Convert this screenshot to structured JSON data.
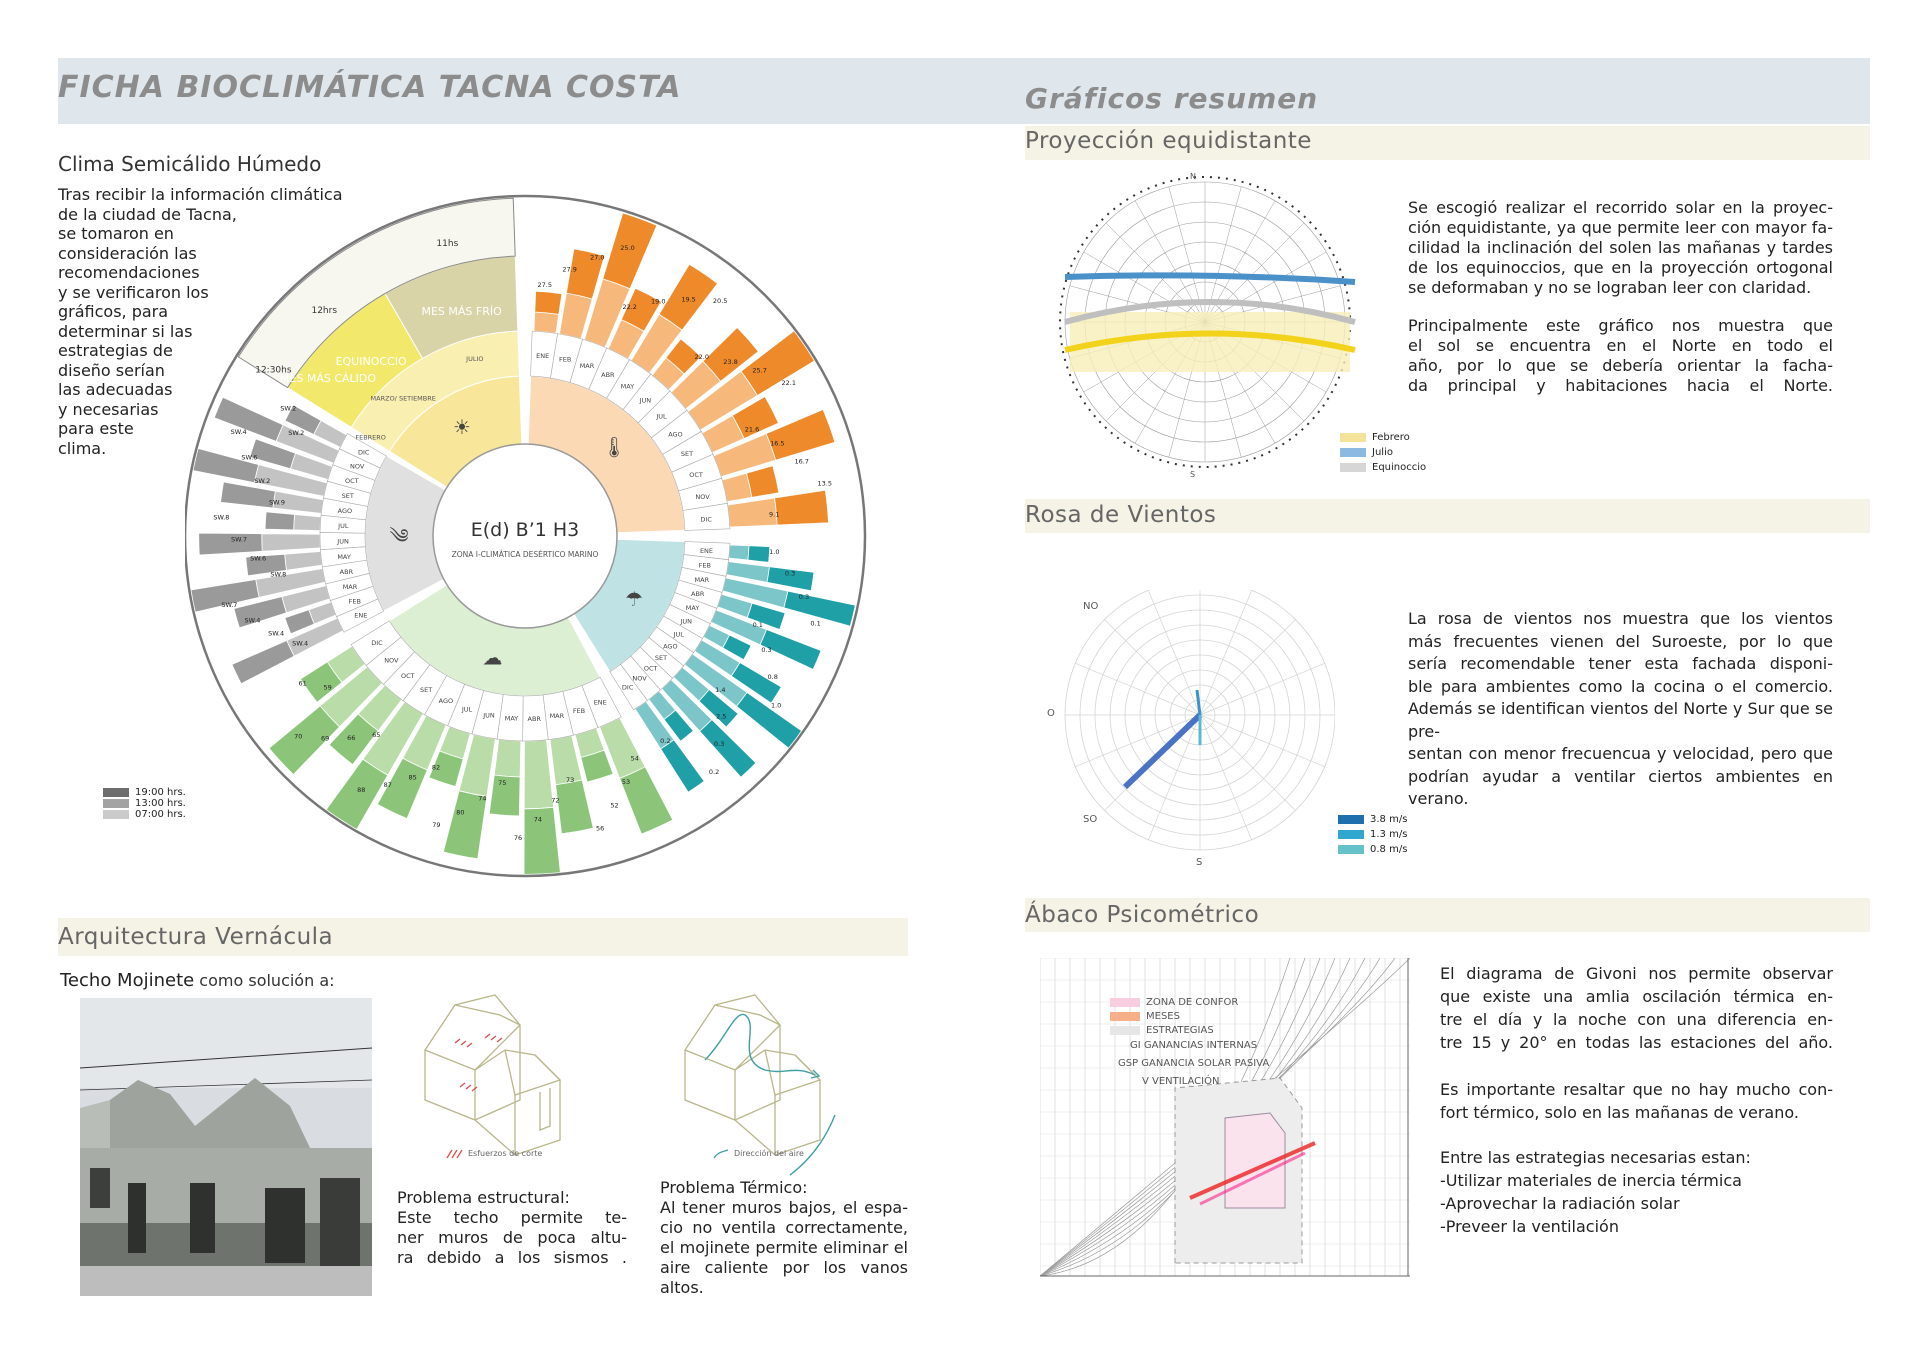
{
  "header": {
    "left_title": "FICHA BIOCLIMÁTICA TACNA COSTA",
    "right_title": "Gráficos resumen"
  },
  "left": {
    "climate_heading": "Clima Semicálido Húmedo",
    "intro_lines": [
      "Tras recibir la información climática",
      "de la ciudad de Tacna,",
      "se tomaron en",
      "consideración las",
      "recomendaciones",
      "y se verificaron los",
      "gráficos, para",
      "determinar si las",
      "estrategias de",
      "diseño serían",
      "las adecuadas",
      "y necesarias",
      "para este",
      "clima."
    ],
    "wheel": {
      "center_code": "E(d) B’1 H3",
      "center_zone": "ZONA I-CLIMÁTICA DESÉRTICO MARINO",
      "sun_labels": [
        "11hs",
        "12hrs",
        "12:30hs"
      ],
      "sun_sectors": [
        "MES MÁS FRÍO",
        "EQUINOCCIO",
        "MES MÁS CÁLIDO",
        "JULIO",
        "MARZO/ SETIEMBRE",
        "FEBRERO"
      ],
      "months": [
        "ENE",
        "FEB",
        "MAR",
        "ABR",
        "MAY",
        "JUN",
        "JUL",
        "AGO",
        "SET",
        "OCT",
        "NOV",
        "DIC"
      ],
      "temp_values": [
        "27.5",
        "27.9",
        "27.0",
        "25.0",
        "22.2",
        "19.0",
        "19.5",
        "20.5",
        "22.0",
        "23.8",
        "25.7",
        "22.1",
        "21.6",
        "16.5",
        "16.7",
        "13.5",
        "9.1"
      ],
      "rain_values": [
        "1.0",
        "0.3",
        "0.3",
        "0.1",
        "0.1",
        "0.3",
        "0.8",
        "1.0",
        "1.4",
        "2.5",
        "0.3",
        "0.2",
        "0.2"
      ],
      "humidity_values": [
        "54",
        "53",
        "52",
        "56",
        "73",
        "72",
        "74",
        "76",
        "75",
        "74",
        "80",
        "79",
        "82",
        "85",
        "87",
        "88",
        "65",
        "66",
        "69",
        "70",
        "59",
        "61"
      ],
      "wind_values": [
        "SW.4",
        "SW.4",
        "SW.4",
        "SW.7",
        "SW.8",
        "SW.6",
        "SW.7",
        "SW.8",
        "SW.9",
        "SW.2",
        "SW.6",
        "SW.4",
        "SW.2",
        "SW.2"
      ],
      "wind_legend": [
        "19:00 hrs.",
        "13:00 hrs.",
        "07:00 hrs."
      ]
    },
    "vernacular_heading": "Arquitectura Vernácula",
    "roof_label_bold": "Techo Mojinete",
    "roof_label_rest": " como solución a:",
    "diagram1_caption": "Esfuerzos de corte",
    "diagram2_caption": "Dirección del aire",
    "problem1_title": "Problema estructural:",
    "problem1_lines": [
      "Este techo permite te-",
      "ner muros de poca altu-",
      "ra debido a los sismos ."
    ],
    "problem2_title": "Problema Térmico:",
    "problem2_lines": [
      "Al tener muros bajos, el espa-",
      "cio no ventila correctamente,",
      "el mojinete permite eliminar el",
      "aire caliente por los vanos altos."
    ]
  },
  "right": {
    "proj_heading": "Proyección equidistante",
    "proj_para1": [
      "Se escogió realizar el recorrido solar en la proyec-",
      "ción equidistante, ya que permite leer con mayor fa-",
      "cilidad la inclinación del solen las mañanas y tardes",
      "de los equinoccios, que en la proyección ortogonal",
      "se deformaban y no se lograban leer con claridad."
    ],
    "proj_para2": [
      "Principalmente este gráfico nos muestra que",
      "el sol se encuentra en el Norte en todo el",
      "año, por lo que se debería orientar la facha-",
      "da principal y habitaciones hacia el Norte."
    ],
    "proj_legend": [
      "Febrero",
      "Julio",
      "Equinoccio"
    ],
    "proj_north": "N",
    "proj_south": "S",
    "wind_heading": "Rosa de Vientos",
    "wind_para": [
      "La rosa de vientos nos muestra que los vientos",
      "más frecuentes vienen del Suroeste, por lo que",
      "sería recomendable tener esta fachada disponi-",
      "ble para ambientes como la cocina o el comercio.",
      "Además se identifican vientos del Norte y Sur que se pre-",
      "sentan con menor frecuencua y velocidad, pero que",
      "podrían ayudar a ventilar ciertos ambientes en verano."
    ],
    "wind_labels": {
      "no": "NO",
      "o": "O",
      "so": "SO",
      "s": "S"
    },
    "wind_legend": [
      "3.8 m/s",
      "1.3 m/s",
      "0.8 m/s"
    ],
    "psy_heading": "Ábaco Psicométrico",
    "psy_legend": [
      "ZONA DE CONFOR",
      "MESES",
      "ESTRATEGIAS",
      "GI GANANCIAS INTERNAS",
      "GSP GANANCIA SOLAR PASIVA",
      "V VENTILACIÓN"
    ],
    "psy_para1": [
      "El diagrama de Givoni nos permite observar",
      "que existe una amlia oscilación térmica en-",
      "tre el día y la noche con una diferencia en-",
      "tre 15 y 20° en todas las estaciones del año."
    ],
    "psy_para2": [
      "Es importante resaltar que no hay mucho con-",
      "fort térmico, solo en las mañanas de verano."
    ],
    "psy_para3": [
      "Entre las estrategias necesarias estan:",
      "-Utilizar materiales de inercia térmica",
      "-Aprovechar la radiación solar",
      "-Preveer la ventilación"
    ]
  },
  "colors": {
    "temp": "#ef8a2a",
    "rain": "#1f9fa6",
    "humidity": "#8cc57a",
    "wind": "#9a9a9a",
    "sun": "#f2e86b",
    "header_band": "#dfe7ec",
    "section_band": "#f4f3e6"
  }
}
